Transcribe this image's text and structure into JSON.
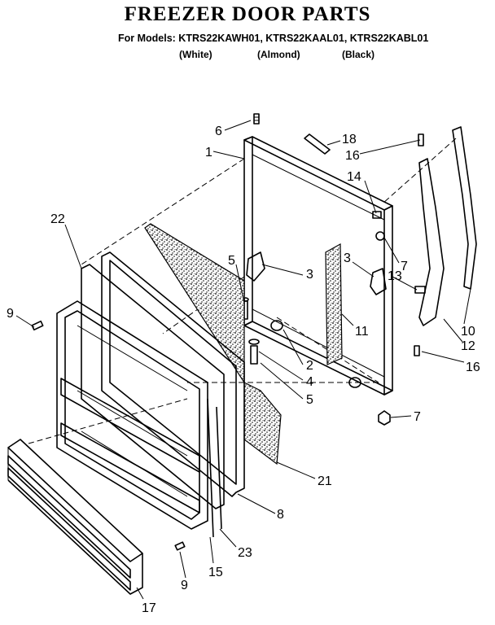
{
  "title": "FREEZER DOOR PARTS",
  "models_line": "For Models: KTRS22KAWH01, KTRS22KAAL01, KTRS22KABL01",
  "variants": [
    "(White)",
    "(Almond)",
    "(Black)"
  ],
  "callouts": {
    "c6": "6",
    "c1": "1",
    "c18": "18",
    "c16a": "16",
    "c14": "14",
    "c22": "22",
    "c5a": "5",
    "c3a": "3",
    "c3b": "3",
    "c13": "13",
    "c7a": "7",
    "c9a": "9",
    "c11": "11",
    "c10": "10",
    "c12": "12",
    "c2": "2",
    "c16b": "16",
    "c4": "4",
    "c5b": "5",
    "c7b": "7",
    "c21": "21",
    "c8": "8",
    "c23": "23",
    "c9b": "9",
    "c15": "15",
    "c17": "17"
  }
}
